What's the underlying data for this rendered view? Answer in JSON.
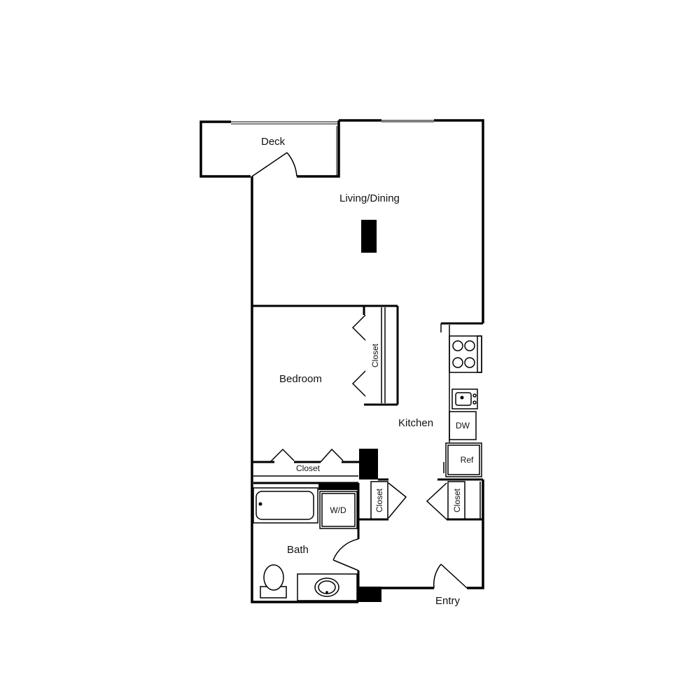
{
  "rooms": {
    "deck": "Deck",
    "living_dining": "Living/Dining",
    "bedroom": "Bedroom",
    "bedroom_closet": "Closet",
    "bedroom_closet_bottom": "Closet",
    "kitchen": "Kitchen",
    "bath": "Bath",
    "hall_closet_left": "Closet",
    "hall_closet_right": "Closet",
    "entry": "Entry"
  },
  "appliances": {
    "dishwasher": "DW",
    "refrigerator": "Ref",
    "washer_dryer": "W/D"
  },
  "colors": {
    "wall": "#000000",
    "fixture": "#555555",
    "background": "#ffffff"
  }
}
